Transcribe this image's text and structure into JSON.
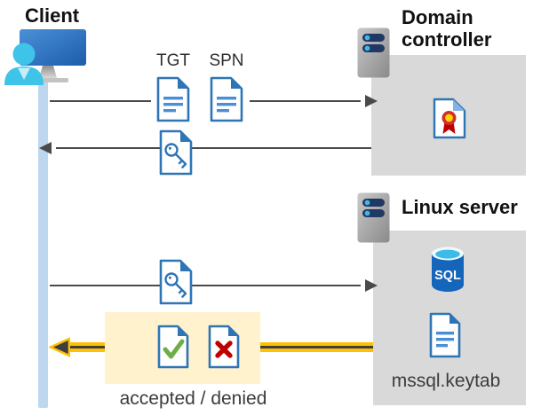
{
  "diagram": {
    "client": {
      "title": "Client"
    },
    "domain_controller": {
      "title": "Domain controller"
    },
    "linux_server": {
      "title": "Linux server",
      "sql_label": "SQL",
      "keytab_label": "mssql.keytab"
    },
    "messages": {
      "tgt_label": "TGT",
      "spn_label": "SPN",
      "result_label": "accepted / denied"
    },
    "icons": {
      "client": "person-at-computer-icon",
      "domain_controller": "server-icon",
      "linux_server": "server-icon",
      "tgt": "document-icon",
      "spn": "document-icon",
      "service_ticket": "key-document-icon",
      "certificate": "certificate-document-icon",
      "database": "sql-database-icon",
      "accepted": "check-document-icon",
      "denied": "cross-document-icon",
      "keytab": "document-icon"
    },
    "colors": {
      "doc_blue": "#2E75B6",
      "doc_line": "#4A8FD6",
      "lifeline_blue": "#BDD7EE",
      "box_gray": "#D9D9D9",
      "highlight_yellow": "#FFF2CC",
      "arrow_gold": "#FFC000",
      "arrow_gray": "#4A4A4A",
      "check_green": "#70AD47",
      "cross_red": "#C00000"
    }
  }
}
